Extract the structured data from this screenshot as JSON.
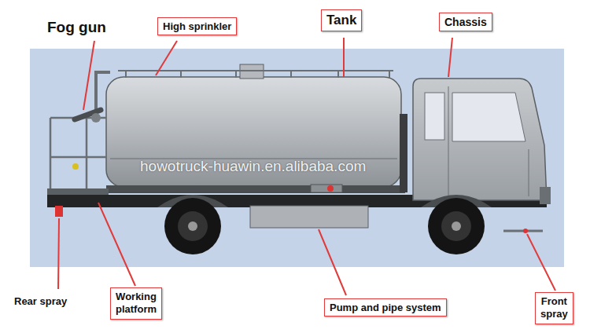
{
  "diagram": {
    "nodes": [
      {
        "text": [
          "High sprinkler"
        ]
      },
      {
        "text": [
          "Tank"
        ]
      },
      {
        "text": [
          "Chassis"
        ]
      },
      {
        "text": [
          "Working platform"
        ]
      },
      {
        "text": [
          "Pump and pipe system"
        ]
      },
      {
        "text": [
          "Front spray"
        ]
      }
    ],
    "labels": [
      "Fog gun",
      "Rear spray",
      "howotruck-huawin.en.alibaba.com"
    ]
  }
}
